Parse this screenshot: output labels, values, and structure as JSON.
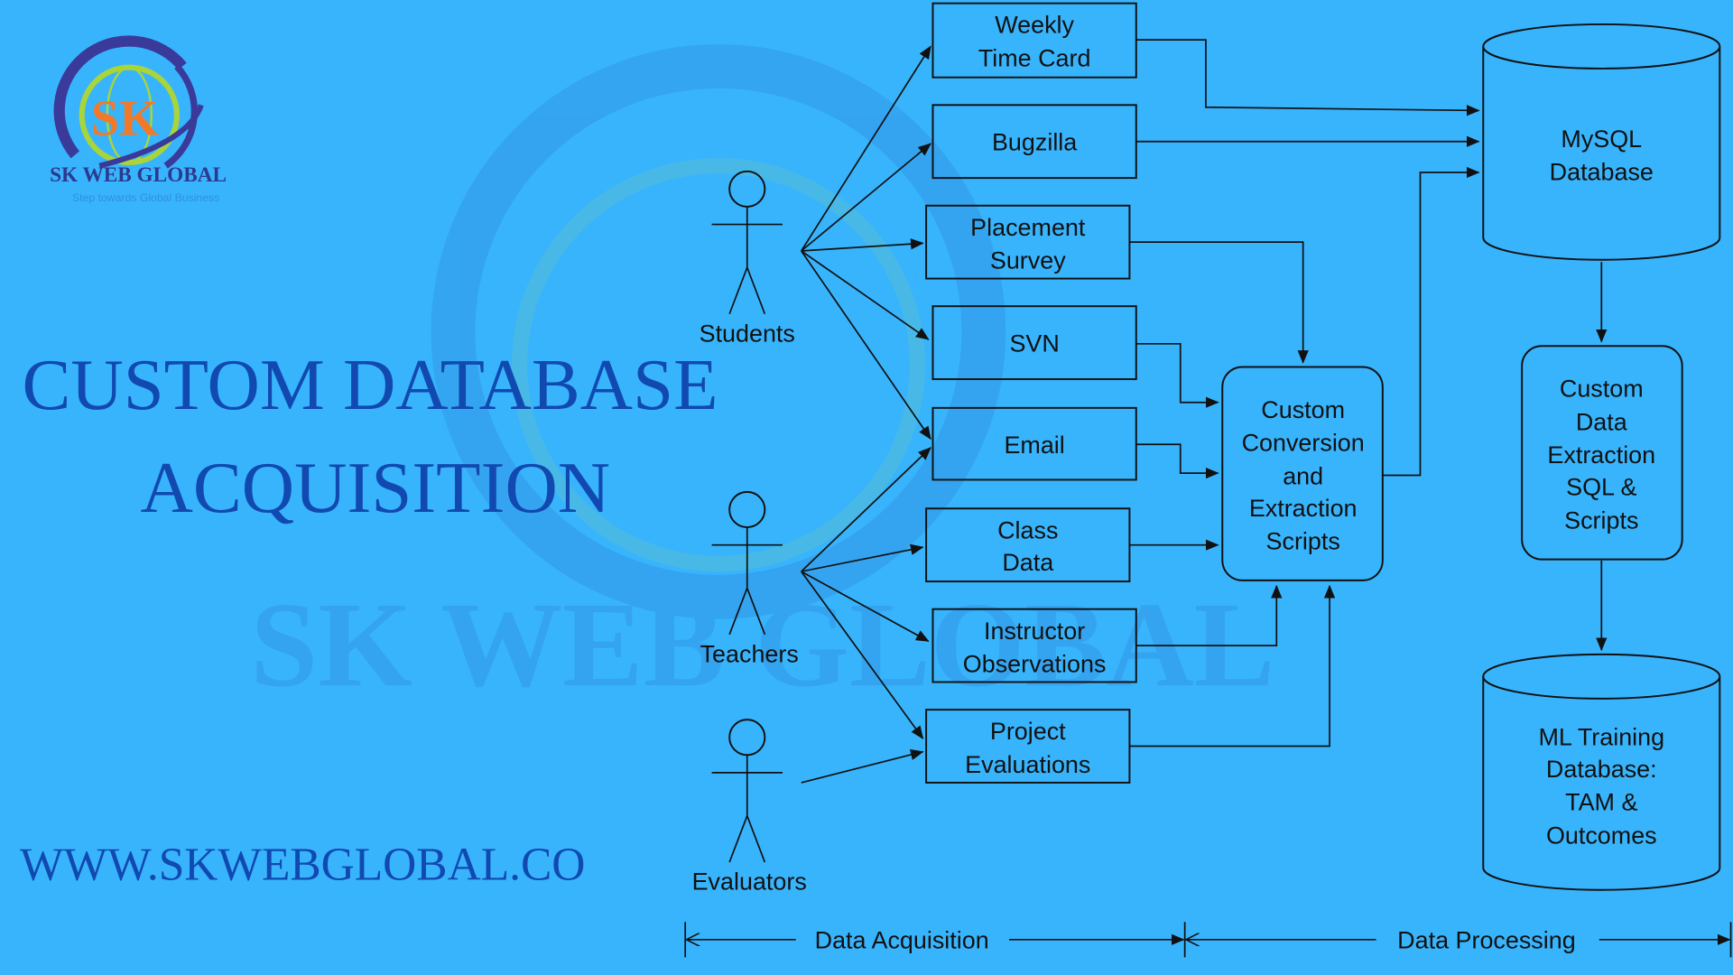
{
  "logo": {
    "name": "SK WEB GLOBAL",
    "monogram": "SK",
    "tagline": "Step towards Global Business"
  },
  "title": {
    "line1": "CUSTOM DATABASE",
    "line2": "ACQUISITION"
  },
  "website": "WWW.SKWEBGLOBAL.CO",
  "actors": {
    "students": "Students",
    "teachers": "Teachers",
    "evaluators": "Evaluators"
  },
  "sources": {
    "weekly": [
      "Weekly",
      "Time Card"
    ],
    "bugzilla": [
      "Bugzilla"
    ],
    "placement": [
      "Placement",
      "Survey"
    ],
    "svn": [
      "SVN"
    ],
    "email": [
      "Email"
    ],
    "class": [
      "Class",
      "Data"
    ],
    "instructor": [
      "Instructor",
      "Observations"
    ],
    "project": [
      "Project",
      "Evaluations"
    ]
  },
  "conversion": [
    "Custom",
    "Conversion",
    "and",
    "Extraction",
    "Scripts"
  ],
  "mysql": [
    "MySQL",
    "Database"
  ],
  "extraction": [
    "Custom",
    "Data",
    "Extraction",
    "SQL &",
    "Scripts"
  ],
  "ml": [
    "ML Training",
    "Database:",
    "TAM &",
    "Outcomes"
  ],
  "phases": {
    "acquisition": "Data Acquisition",
    "processing": "Data Processing"
  }
}
